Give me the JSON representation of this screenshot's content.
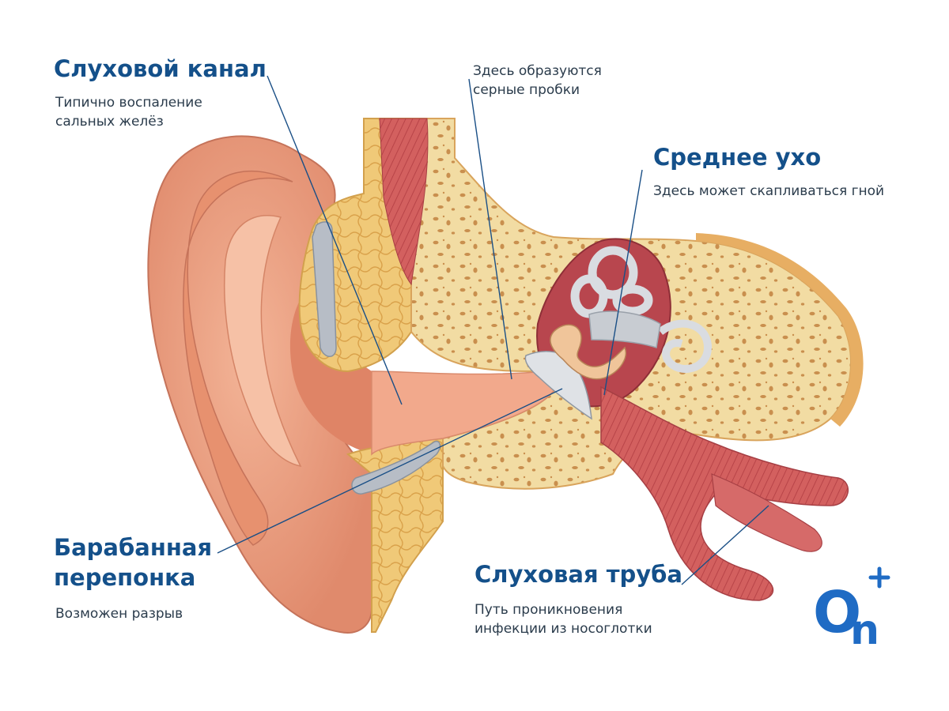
{
  "labels": {
    "ear_canal": {
      "title": "Слуховой канал",
      "desc": [
        "Типично воспаление",
        "сальных желёз"
      ]
    },
    "wax": {
      "desc": [
        "Здесь образуются",
        "серные пробки"
      ]
    },
    "middle_ear": {
      "title": "Среднее ухо",
      "desc": "Здесь может скапливаться гной"
    },
    "eardrum": {
      "title": [
        "Барабанная",
        "перепонка"
      ],
      "desc": "Возможен разрыв"
    },
    "eustachian": {
      "title": "Слуховая труба",
      "desc": [
        "Путь проникновения",
        "инфекции из носоглотки"
      ]
    }
  },
  "colors": {
    "title": "#14508a",
    "text": "#2b3c4c",
    "leader_line": "#1a4f86",
    "skin": "#eb9a7c",
    "bone": "#f0d79c",
    "muscle": "#cf5a5e",
    "logo": "#1f6bc4"
  },
  "logo": {
    "icon": "plus-icon",
    "letters": [
      "O",
      "n"
    ]
  }
}
